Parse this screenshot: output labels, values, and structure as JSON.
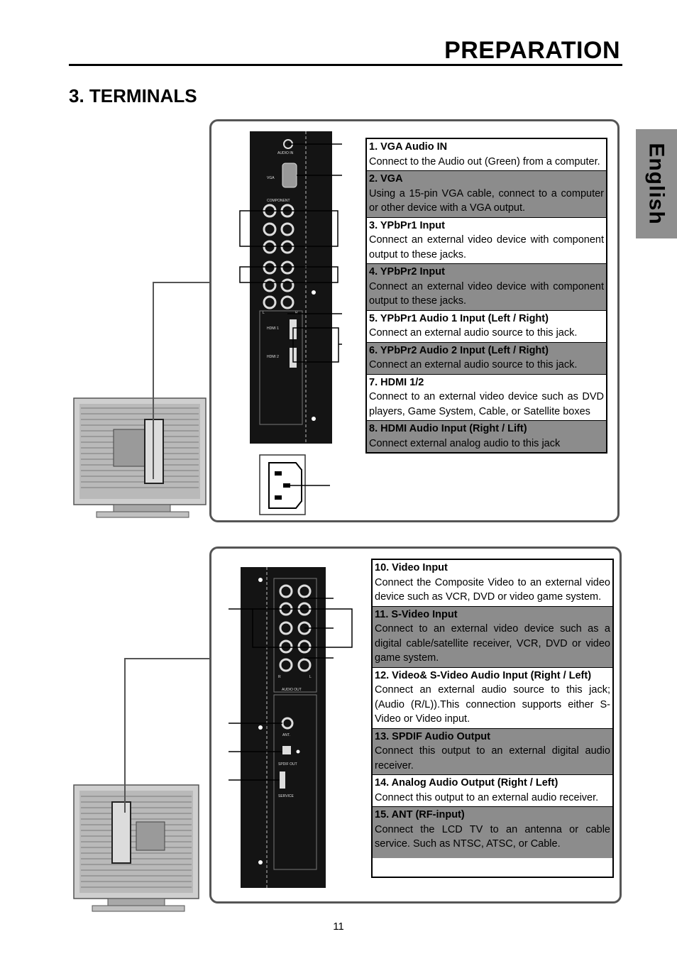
{
  "header": {
    "title": "PREPARATION"
  },
  "section": {
    "title": "3. TERMINALS"
  },
  "language_tab": {
    "label": "English"
  },
  "panel1": {
    "items": [
      {
        "title": "1. VGA Audio IN",
        "text": "Connect to the Audio out (Green) from a computer."
      },
      {
        "title": "2. VGA",
        "text": "Using a 15-pin VGA cable, connect to a computer or other device with a VGA output."
      },
      {
        "title": "3. YPbPr1 Input",
        "text": "Connect an external video device with component output to these jacks."
      },
      {
        "title": "4. YPbPr2 Input",
        "text": "Connect an external video device with component output to these jacks."
      },
      {
        "title": "5. YPbPr1 Audio 1 Input (Left / Right)",
        "text": "Connect an external audio source to this jack."
      },
      {
        "title": "6. YPbPr2 Audio 2 Input (Left / Right)",
        "text": "Connect an external audio source to this jack."
      },
      {
        "title": "7. HDMI 1/2",
        "text": "Connect to an external video device such as DVD players, Game System, Cable, or Satellite boxes"
      },
      {
        "title": "8. HDMI Audio Input (Right / Lift)",
        "text": "Connect external analog audio to this jack"
      }
    ],
    "jack_labels": {
      "audio_in": "AUDIO IN",
      "vga": "VGA",
      "component": "COMPONENT",
      "hdmi1": "HDMI 1",
      "hdmi2": "HDMI 2",
      "l": "L",
      "r": "R"
    }
  },
  "panel2": {
    "items": [
      {
        "title": "10. Video Input",
        "text": "Connect the Composite Video to an external video device such as VCR, DVD or video game system."
      },
      {
        "title": "11. S-Video Input",
        "text": "Connect to an external video device such as a digital cable/satellite receiver, VCR, DVD or video game system."
      },
      {
        "title": "12. Video& S-Video Audio Input (Right / Left)",
        "text": "Connect an external audio source to this jack; (Audio (R/L)).This connection supports either S-Video or Video input."
      },
      {
        "title": "13. SPDIF Audio Output",
        "text": "Connect this output to an external digital audio receiver."
      },
      {
        "title": "14. Analog Audio Output (Right / Left)",
        "text": "Connect this output to an external audio receiver."
      },
      {
        "title": "15. ANT (RF-input)",
        "text": "Connect the  LCD TV to an antenna or cable service. Such as NTSC, ATSC, or Cable."
      }
    ],
    "jack_labels": {
      "audio_out": "AUDIO OUT",
      "ant": "ANT.",
      "spdif_out": "SPDIF OUT",
      "service": "SERVICE",
      "r": "R",
      "l": "L"
    }
  },
  "footer": {
    "page_number": "11"
  }
}
